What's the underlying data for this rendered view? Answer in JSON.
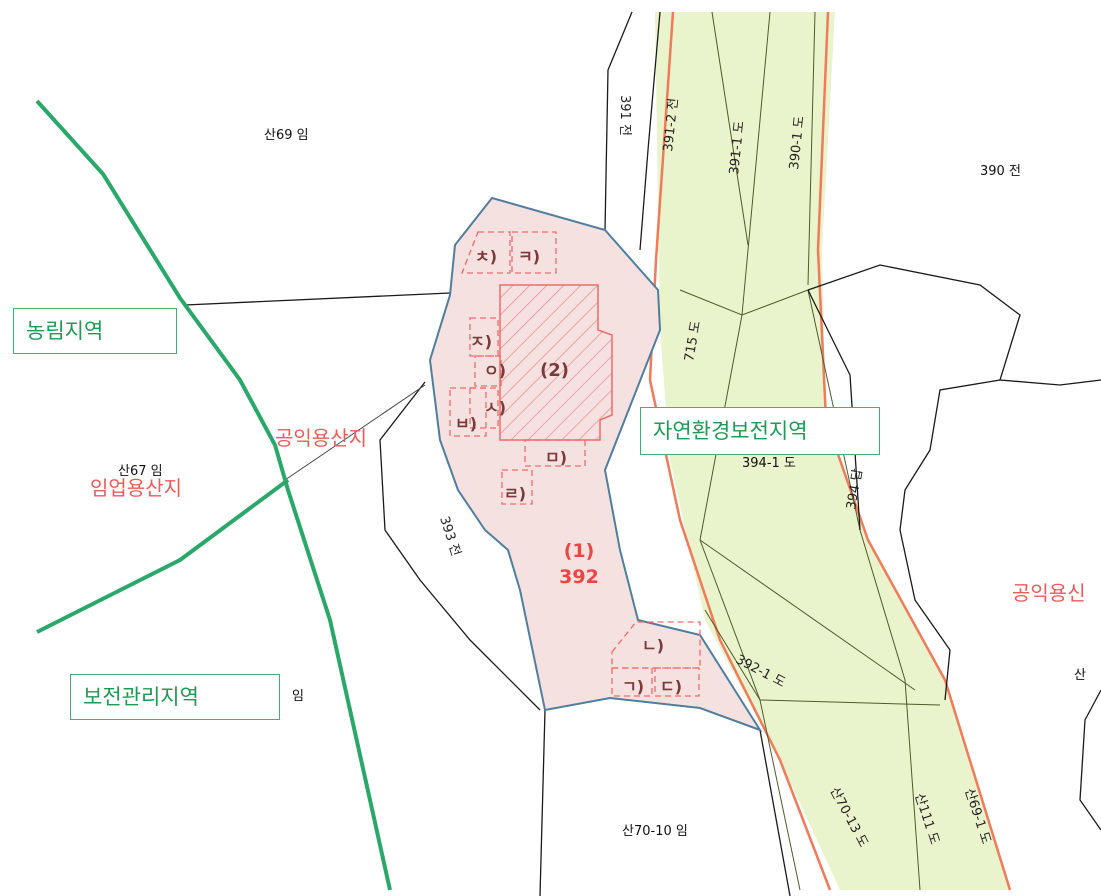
{
  "zones": {
    "agricultural": "농림지역",
    "natural_env": "자연환경보전지역",
    "conservation_mgmt": "보전관리지역"
  },
  "use_labels": {
    "public_forest_left": "공익용산지",
    "forestry": "임업용산지",
    "public_forest_right": "공익용신"
  },
  "parcels": {
    "p_san69": "산69 임",
    "p_391": "391 전",
    "p_390": "390 전",
    "p_san67": "산67 임",
    "p_393": "393 전",
    "p_im": "임",
    "p_san70_10": "산70-10 임",
    "p_san": "산",
    "p_391_2": "391-2 전",
    "p_391_1": "391-1 도",
    "p_390_1": "390-1 도",
    "p_715": "715 도",
    "p_394_1": "394-1 도",
    "p_394": "394 답",
    "p_392_1": "392-1 도",
    "p_san70_13": "산70-13 도",
    "p_san111": "산111 도",
    "p_san69_1": "산69-1 도"
  },
  "subplots": {
    "ch": "ㅊ)",
    "k": "ㅋ)",
    "j": "ㅈ)",
    "o": "ㅇ)",
    "s": "ㅅ)",
    "b": "ㅂ)",
    "m": "ㅁ)",
    "r": "ㄹ)",
    "n": "ㄴ)",
    "g": "ㄱ)",
    "d": "ㄷ)",
    "area2": "(2)"
  },
  "main_parcel": {
    "area_no": "(1)",
    "lot": "392"
  },
  "colors": {
    "zone_line": "#2aa86a",
    "highlight_fill": "#f6e1e1",
    "highlight_outline": "#4f7e9e",
    "road_fill": "#e9f4cc",
    "road_edge": "#f07a5a",
    "subplot_dash": "#ee6b6b"
  }
}
